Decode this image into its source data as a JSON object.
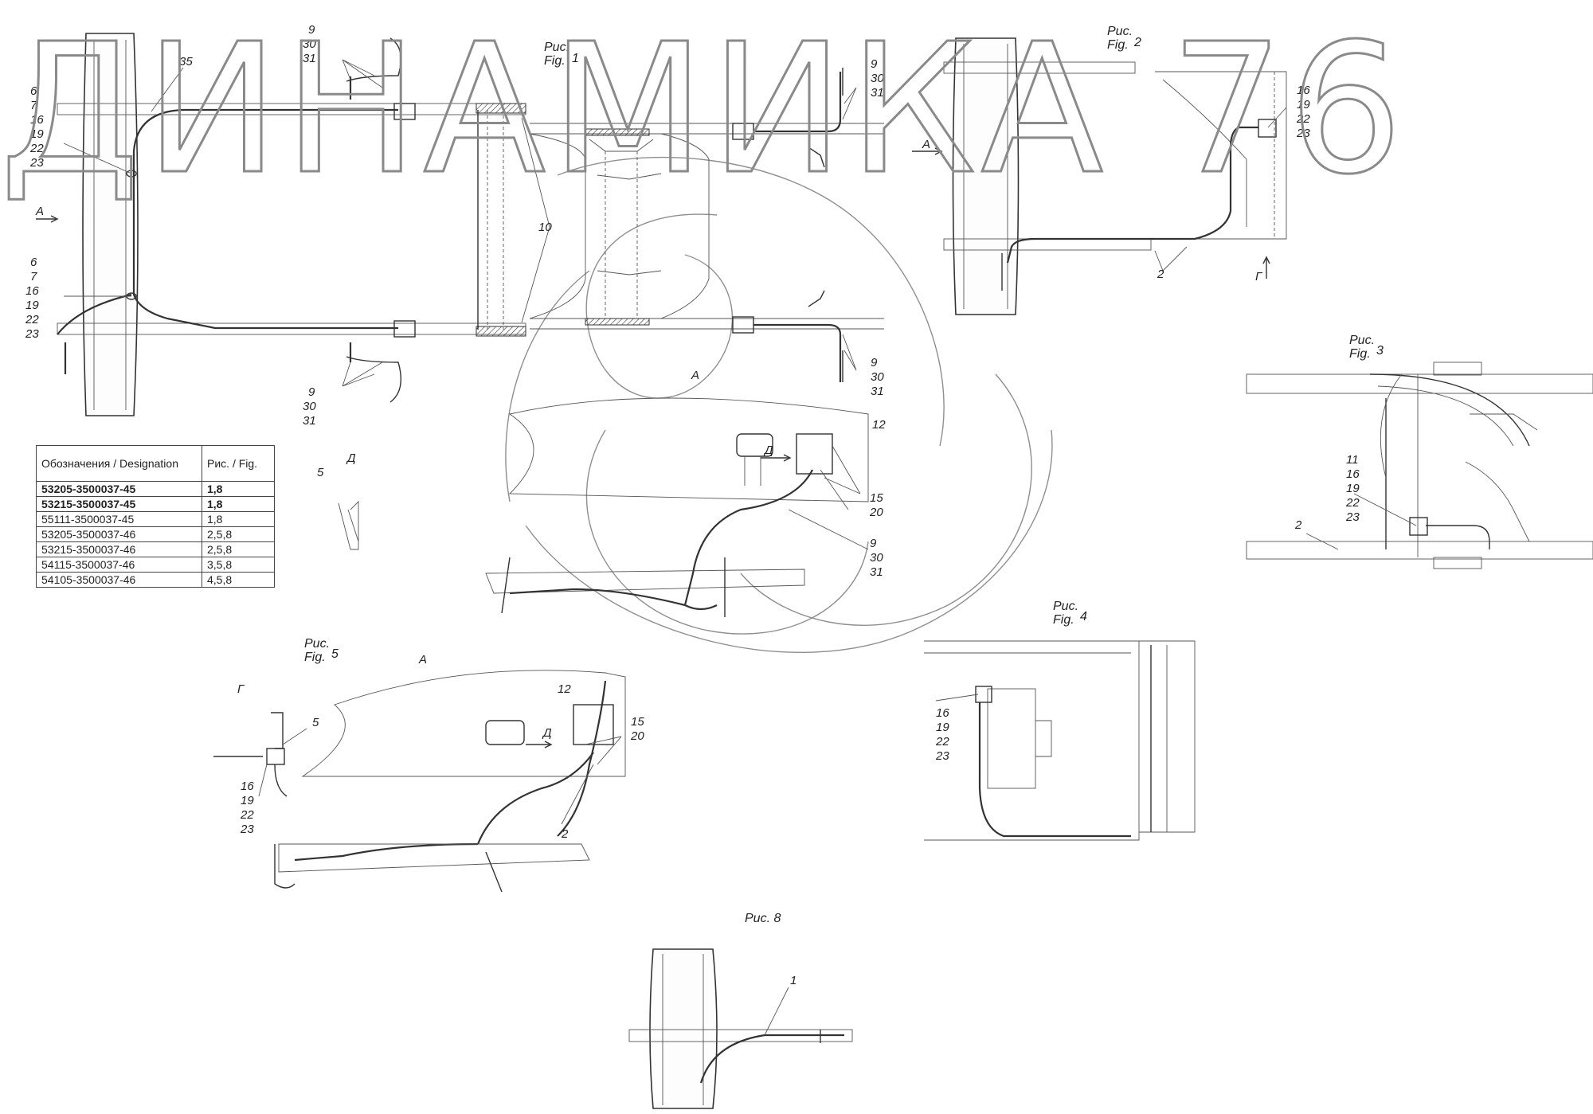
{
  "figures": {
    "fig1": {
      "title": [
        "Рис.",
        "Fig."
      ],
      "num": "1"
    },
    "fig2": {
      "title": [
        "Рис.",
        "Fig."
      ],
      "num": "2"
    },
    "fig3": {
      "title": [
        "Рис.",
        "Fig."
      ],
      "num": "3"
    },
    "fig4": {
      "title": [
        "Рис.",
        "Fig."
      ],
      "num": "4"
    },
    "fig5": {
      "title": [
        "Рис.",
        "Fig."
      ],
      "num": "5"
    },
    "fig8": {
      "title": "Рис. 8"
    }
  },
  "labels": {
    "arrowA": "А",
    "arrowG": "Г",
    "arrowD": "Д",
    "viewA": "А",
    "viewG": "Г",
    "viewD": "Д",
    "n1": "1",
    "n2": "2",
    "n5": "5",
    "n6": "6",
    "n7": "7",
    "n9": "9",
    "n10": "10",
    "n11": "11",
    "n12": "12",
    "n15": "15",
    "n16": "16",
    "n19": "19",
    "n20": "20",
    "n22": "22",
    "n23": "23",
    "n30": "30",
    "n31": "31",
    "n35": "35"
  },
  "table": {
    "headers": [
      "Обозначения / Designation",
      "Рис. / Fig."
    ],
    "rows": [
      {
        "designation": "53205-3500037-45",
        "fig": "1,8",
        "bold": true
      },
      {
        "designation": "53215-3500037-45",
        "fig": "1,8",
        "bold": true
      },
      {
        "designation": "55111-3500037-45",
        "fig": "1,8",
        "bold": false
      },
      {
        "designation": "53205-3500037-46",
        "fig": "2,5,8",
        "bold": false
      },
      {
        "designation": "53215-3500037-46",
        "fig": "2,5,8",
        "bold": false
      },
      {
        "designation": "54115-3500037-46",
        "fig": "3,5,8",
        "bold": false
      },
      {
        "designation": "54105-3500037-46",
        "fig": "4,5,8",
        "bold": false
      }
    ]
  },
  "watermark": {
    "text": "ДИНАМИКА 76"
  },
  "colors": {
    "ink": "#333333",
    "watermark": "#8a8a8a",
    "background": "#ffffff"
  }
}
